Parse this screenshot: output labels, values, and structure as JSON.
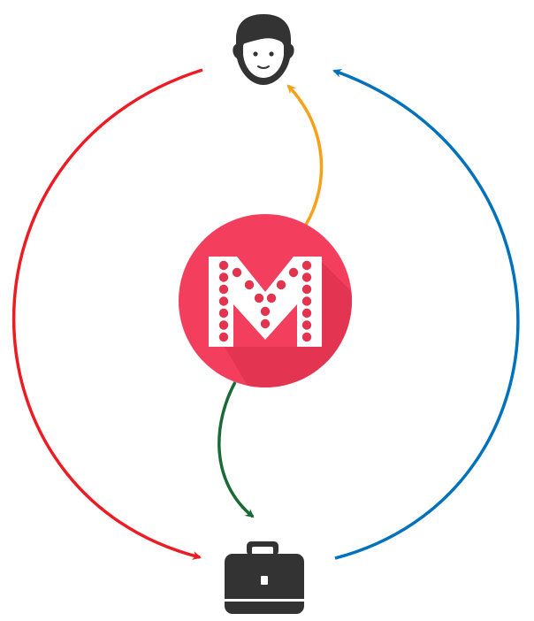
{
  "nodes": {
    "person": {
      "icon": "person-face-icon",
      "color": "#333333"
    },
    "hub": {
      "icon": "m-logo-icon",
      "logo_letter": "M",
      "circle_color": "#f33f5d",
      "shadow_color": "#e33451",
      "dot_color": "#e2334f",
      "letter_color": "#ffffff"
    },
    "business": {
      "icon": "briefcase-icon",
      "color": "#333333"
    }
  },
  "arrows": {
    "left": {
      "color": "#ed1c24",
      "direction": "person-to-business"
    },
    "right": {
      "color": "#0072bc",
      "direction": "business-to-person"
    },
    "hub_to_person": {
      "color": "#f7a11a",
      "direction": "hub-to-person"
    },
    "hub_to_business": {
      "color": "#1a6a35",
      "direction": "hub-to-business"
    }
  }
}
